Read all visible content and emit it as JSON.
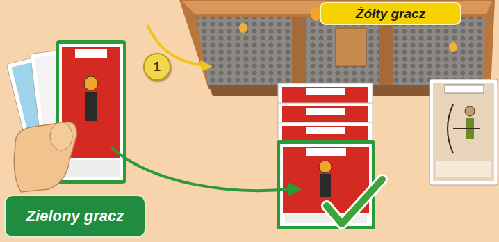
{
  "diagram": {
    "nodes": [
      {
        "text": [
          "Żółty gracz"
        ]
      },
      {
        "text": [
          "1"
        ]
      },
      {
        "text": [
          "Zielony gracz"
        ]
      }
    ]
  }
}
